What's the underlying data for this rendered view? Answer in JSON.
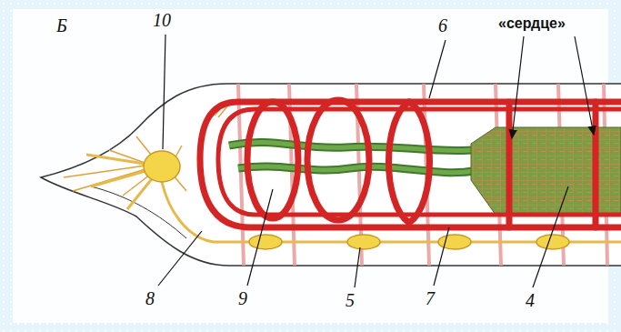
{
  "diagram": {
    "labels": [
      "Б",
      "10",
      "6",
      "«сердце»",
      "8",
      "9",
      "5",
      "7",
      "4"
    ]
  }
}
